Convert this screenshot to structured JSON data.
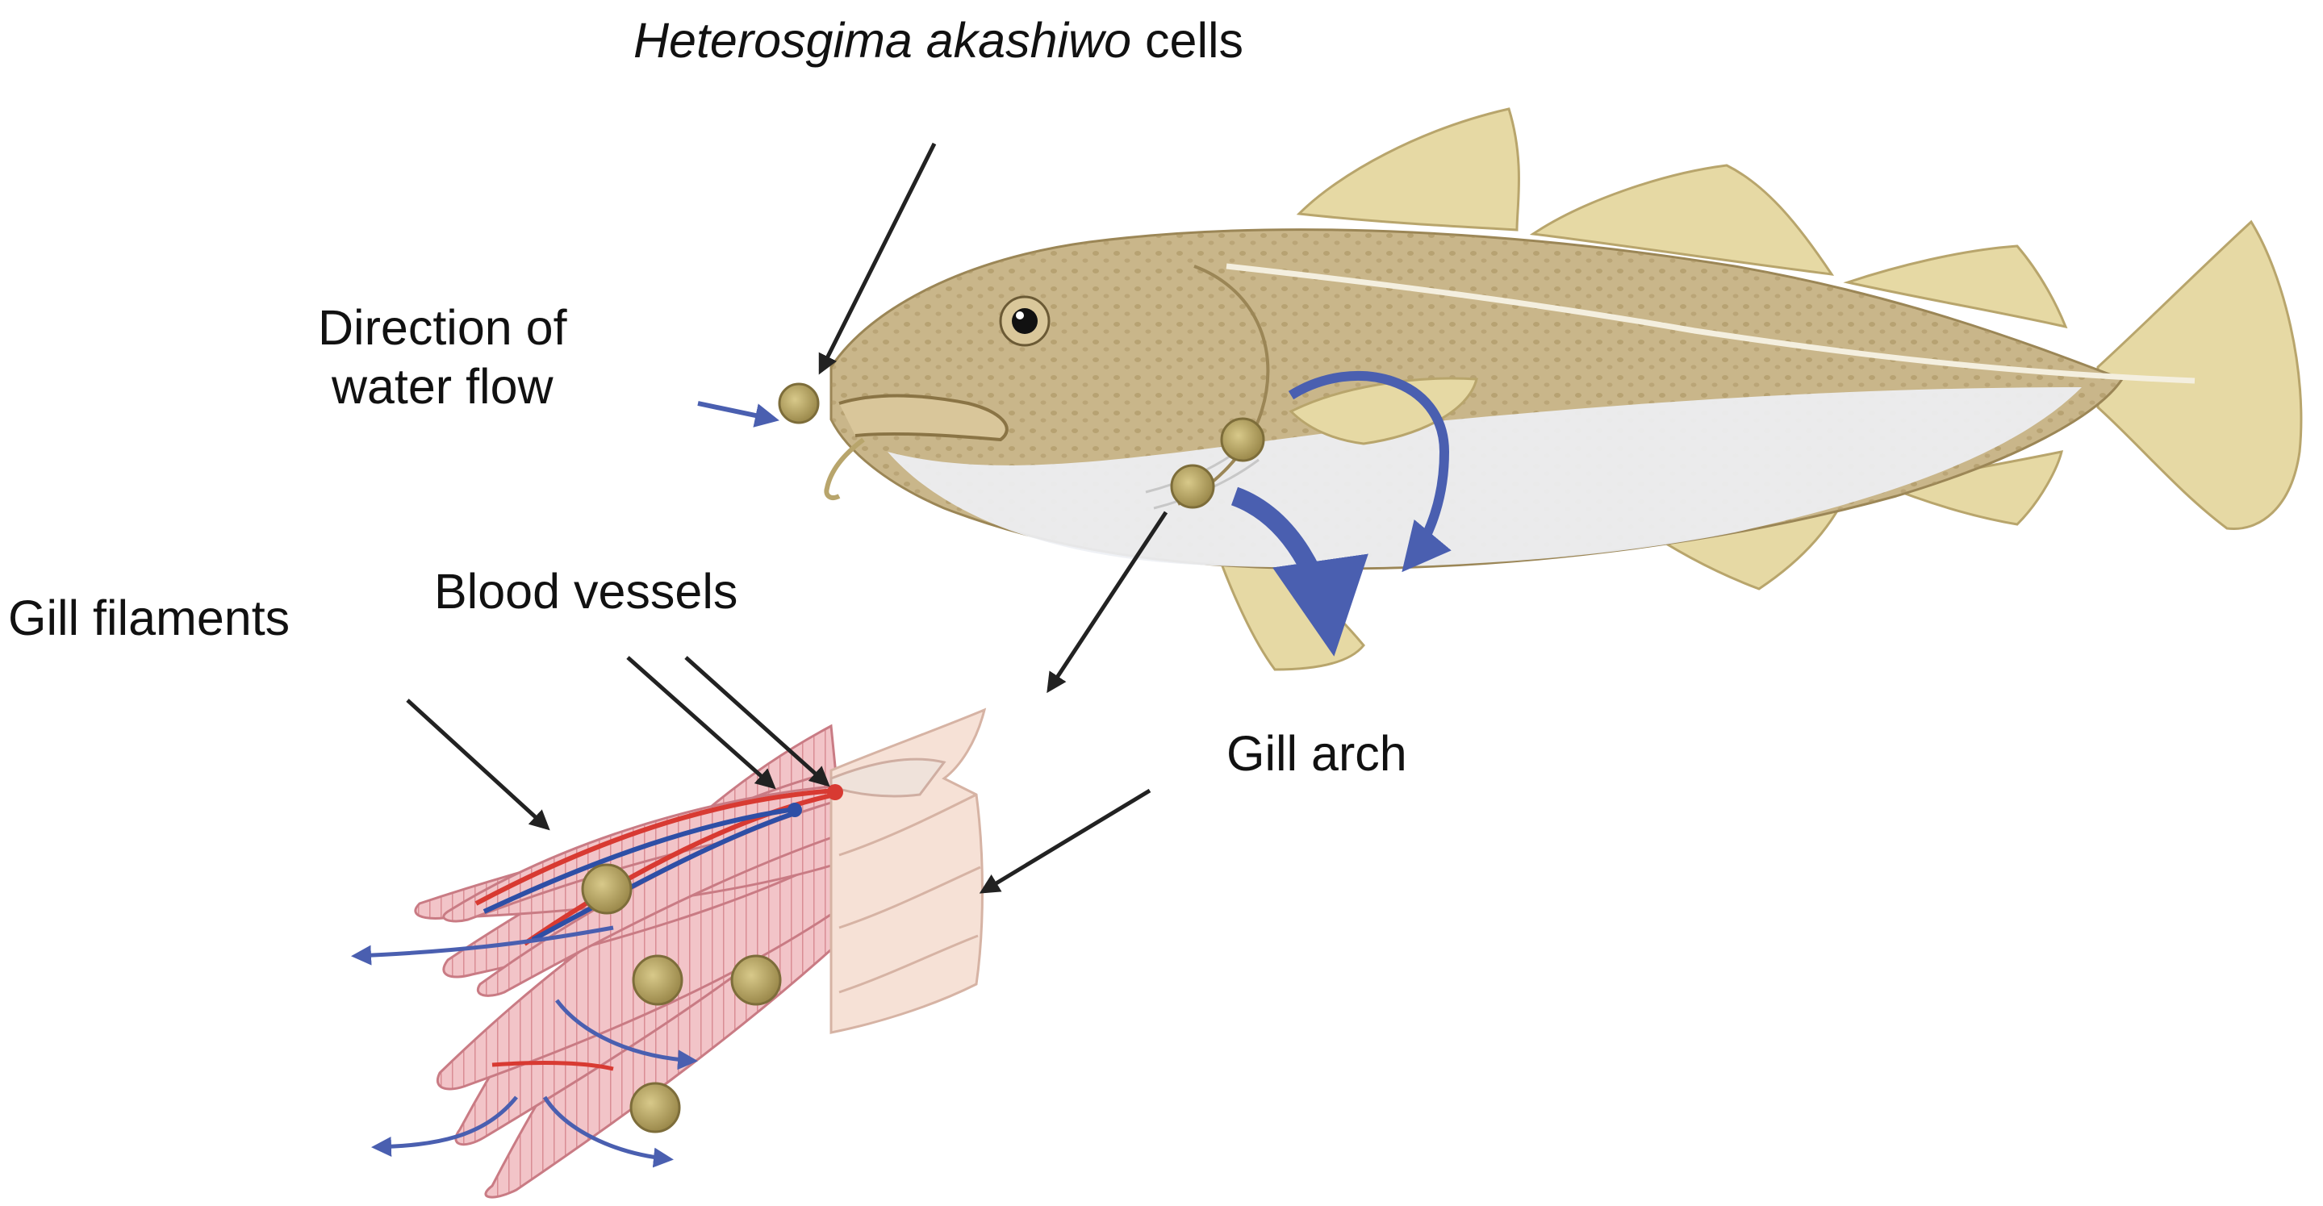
{
  "labels": {
    "cells_species": "Heterosgima akashiwo",
    "cells_suffix": "cells",
    "water_flow_line1": "Direction of",
    "water_flow_line2": "water flow",
    "gill_filaments": "Gill filaments",
    "blood_vessels": "Blood vessels",
    "gill_arch": "Gill arch"
  },
  "colors": {
    "fish_body": "#c9b68a",
    "fish_belly": "#eef0f4",
    "fin": "#e6d9a4",
    "gill_filament": "#f2c4c8",
    "gill_arch": "#f6e1d6",
    "artery": "#d83a32",
    "vein": "#2e4fa6",
    "water_flow_arrow": "#4a5fb0",
    "algal_cell": "#b9a86a",
    "pointer_arrow": "#222222"
  }
}
